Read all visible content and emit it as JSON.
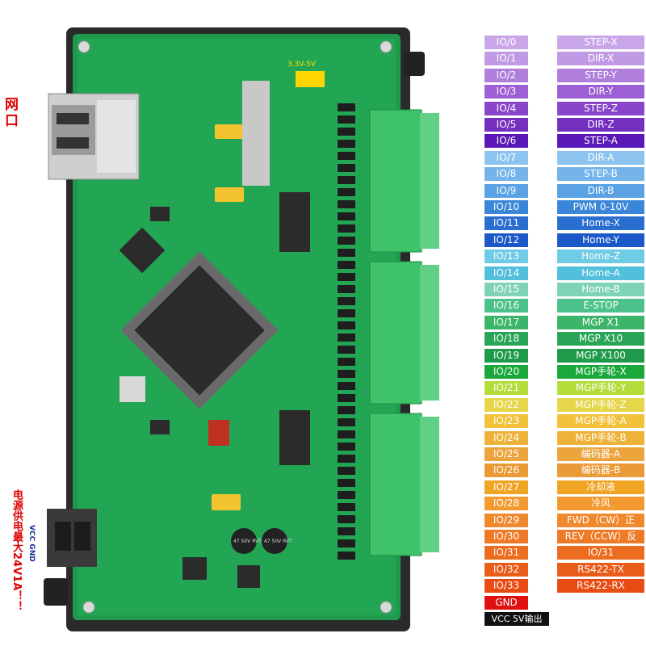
{
  "labels": {
    "net_port": "网口",
    "power_note": "电源供电最大24V1A！！",
    "vcc_gnd": "VCC GND"
  },
  "board": {
    "voltage_jumper": "3.3V-5V",
    "capacitor_1": "47 50V RVT",
    "capacitor_2": "47 50V RVT"
  },
  "pins": [
    {
      "io": "IO/0",
      "fn": "STEP-X",
      "color": "#c9a6e8"
    },
    {
      "io": "IO/1",
      "fn": "DIR-X",
      "color": "#c09ae4"
    },
    {
      "io": "IO/2",
      "fn": "STEP-Y",
      "color": "#b07fdc"
    },
    {
      "io": "IO/3",
      "fn": "DIR-Y",
      "color": "#9d5fd4"
    },
    {
      "io": "IO/4",
      "fn": "STEP-Z",
      "color": "#8a46cb"
    },
    {
      "io": "IO/5",
      "fn": "DIR-Z",
      "color": "#7530c0"
    },
    {
      "io": "IO/6",
      "fn": "STEP-A",
      "color": "#5a18b6"
    },
    {
      "io": "IO/7",
      "fn": "DIR-A",
      "color": "#8cc4ef"
    },
    {
      "io": "IO/8",
      "fn": "STEP-B",
      "color": "#74b4ea"
    },
    {
      "io": "IO/9",
      "fn": "DIR-B",
      "color": "#5aa2e4"
    },
    {
      "io": "IO/10",
      "fn": "PWM 0-10V",
      "color": "#3a86d8"
    },
    {
      "io": "IO/11",
      "fn": "Home-X",
      "color": "#2a6ed0"
    },
    {
      "io": "IO/12",
      "fn": "Home-Y",
      "color": "#1c58c8"
    },
    {
      "io": "IO/13",
      "fn": "Home-Z",
      "color": "#6fcbe6"
    },
    {
      "io": "IO/14",
      "fn": "Home-A",
      "color": "#52bfdc"
    },
    {
      "io": "IO/15",
      "fn": "Home-B",
      "color": "#7fd3b4"
    },
    {
      "io": "IO/16",
      "fn": "E-STOP",
      "color": "#4cc28a"
    },
    {
      "io": "IO/17",
      "fn": "MGP X1",
      "color": "#3cb46a"
    },
    {
      "io": "IO/18",
      "fn": "MGP X10",
      "color": "#2aa558"
    },
    {
      "io": "IO/19",
      "fn": "MGP X100",
      "color": "#1e9a4a"
    },
    {
      "io": "IO/20",
      "fn": "MGP手轮-X",
      "color": "#1aa83a"
    },
    {
      "io": "IO/21",
      "fn": "MGP手轮-Y",
      "color": "#b4dc3a"
    },
    {
      "io": "IO/22",
      "fn": "MGP手轮-Z",
      "color": "#e6d64a"
    },
    {
      "io": "IO/23",
      "fn": "MGP手轮-A",
      "color": "#f2c23a"
    },
    {
      "io": "IO/24",
      "fn": "MGP手轮-B",
      "color": "#eeb23a"
    },
    {
      "io": "IO/25",
      "fn": "编码器-A",
      "color": "#eca43c"
    },
    {
      "io": "IO/26",
      "fn": "编码器-B",
      "color": "#ea9a36"
    },
    {
      "io": "IO/27",
      "fn": "冷却液",
      "color": "#f0a424"
    },
    {
      "io": "IO/28",
      "fn": "冷风",
      "color": "#f29a30"
    },
    {
      "io": "IO/29",
      "fn": "FWD（CW）正",
      "color": "#f0882e"
    },
    {
      "io": "IO/30",
      "fn": "REV（CCW）反",
      "color": "#ee7a28"
    },
    {
      "io": "IO/31",
      "fn": "IO/31",
      "color": "#ec6c20"
    },
    {
      "io": "IO/32",
      "fn": "RS422-TX",
      "color": "#ea5c1a"
    },
    {
      "io": "IO/33",
      "fn": "RS422-RX",
      "color": "#e84c14"
    },
    {
      "io": "GND",
      "fn": "",
      "color": "#e01010"
    },
    {
      "io": "VCC 5V输出",
      "fn": "",
      "color": "#111111"
    }
  ]
}
